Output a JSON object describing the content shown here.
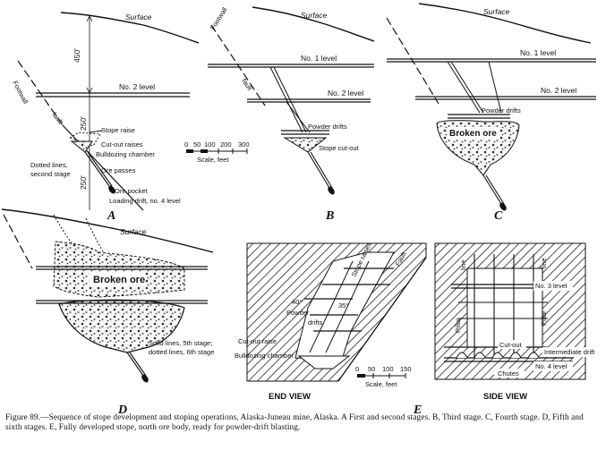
{
  "panels": {
    "A": {
      "letter": "A",
      "surface": "Surface",
      "footwall": "Footwall",
      "dim_450": "450'",
      "dim_250a": "250'",
      "dim_250b": "250'",
      "no2": "No. 2 level",
      "fault": "fault",
      "stope_raise": "Stope raise",
      "cutout_raises": "Cut-out raises",
      "bulldozing": "Bulldozing chamber",
      "dotted1": "Dotted lines,",
      "dotted2": "second stage",
      "ore_passes": "Ore passes",
      "ore_pocket": "Ore pocket",
      "loading_drift": "Loading drift, no. 4 level"
    },
    "B": {
      "letter": "B",
      "surface": "Surface",
      "footwall": "Footwall",
      "no1": "No. 1 level",
      "fault": "fault",
      "no2": "No. 2 level",
      "powder": "Powder drifts",
      "cutout": "Stope cut-out",
      "scale_ticks": [
        "0",
        "50",
        "100",
        "200",
        "300"
      ],
      "scale_label": "Scale, feet"
    },
    "C": {
      "letter": "C",
      "surface": "Surface",
      "no1": "No. 1 level",
      "no2": "No. 2 level",
      "powder": "Powder drifts",
      "broken": "Broken ore"
    },
    "D": {
      "letter": "D",
      "surface": "Surface",
      "broken": "Broken ore",
      "solid1": "Solid lines, 5th stage;",
      "solid2": "dotted lines, 6th stage"
    },
    "E": {
      "letter": "E",
      "end_view": "END VIEW",
      "side_view": "SIDE VIEW",
      "stope_raises": "Stope raises",
      "fault": "Fault",
      "deg40": "40°",
      "deg35": "35°",
      "powder": "Powder",
      "drifts": "drifts",
      "cutout_raise": "Cut-out raise",
      "bulldozing": "Bulldozing chamber",
      "scale_ticks": [
        "0",
        "50",
        "100",
        "150"
      ],
      "scale_label": "Scale, feet",
      "no3": "No. 3 level",
      "no4": "No. 4 level",
      "line1": "line",
      "line2": "line",
      "pillar1": "Pillar",
      "pillar2": "Pillar",
      "cutout": "Cut-out",
      "chutes": "Chutes",
      "intermediate": "Intermediate drift"
    }
  },
  "caption": "Figure 89.—Sequence of stope development and stoping operations, Alaska-Juneau mine, Alaska. A First and second stages. B, Third stage. C, Fourth stage. D, Fifth and sixth stages. E, Fully developed stope, north ore body, ready for powder-drift blasting."
}
